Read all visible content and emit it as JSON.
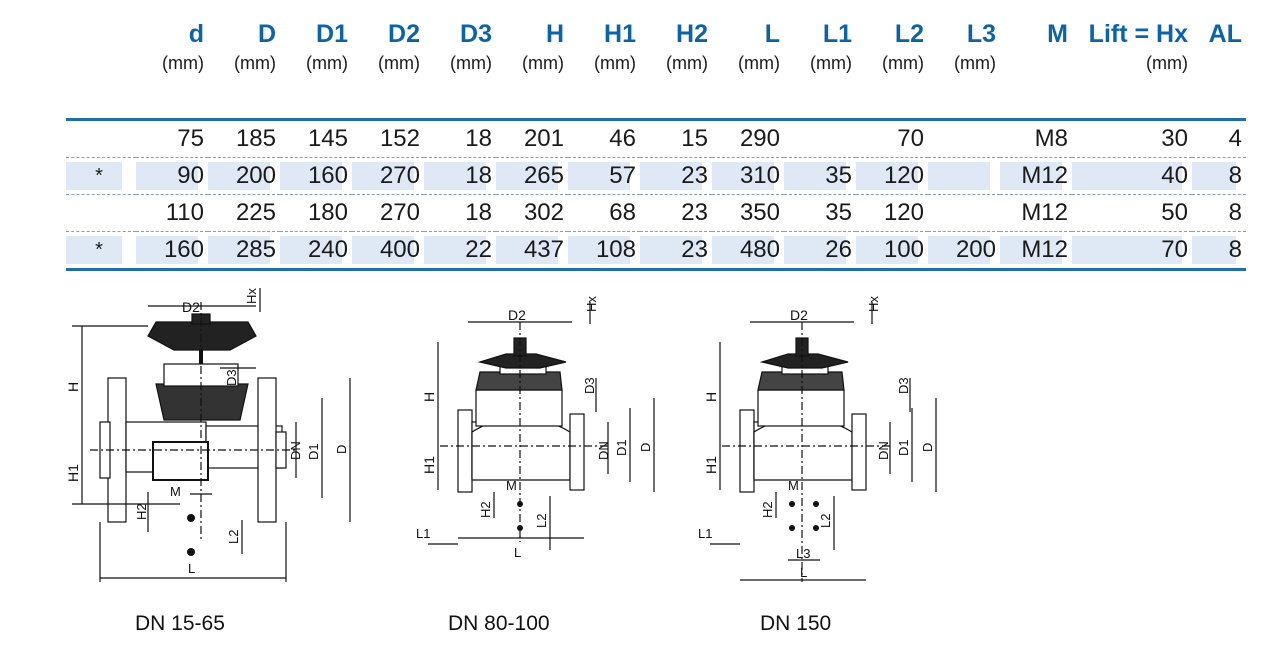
{
  "table": {
    "columns": [
      {
        "name": "d",
        "unit": "(mm)"
      },
      {
        "name": "D",
        "unit": "(mm)"
      },
      {
        "name": "D1",
        "unit": "(mm)"
      },
      {
        "name": "D2",
        "unit": "(mm)"
      },
      {
        "name": "D3",
        "unit": "(mm)"
      },
      {
        "name": "H",
        "unit": "(mm)"
      },
      {
        "name": "H1",
        "unit": "(mm)"
      },
      {
        "name": "H2",
        "unit": "(mm)"
      },
      {
        "name": "L",
        "unit": "(mm)"
      },
      {
        "name": "L1",
        "unit": "(mm)"
      },
      {
        "name": "L2",
        "unit": "(mm)"
      },
      {
        "name": "L3",
        "unit": "(mm)"
      },
      {
        "name": "M",
        "unit": ""
      },
      {
        "name": "Lift = Hx",
        "unit": "(mm)"
      },
      {
        "name": "AL",
        "unit": ""
      }
    ],
    "rows": [
      {
        "mark": "",
        "cells": [
          "75",
          "185",
          "145",
          "152",
          "18",
          "201",
          "46",
          "15",
          "290",
          "",
          "70",
          "",
          "M8",
          "30",
          "4"
        ]
      },
      {
        "mark": "*",
        "cells": [
          "90",
          "200",
          "160",
          "270",
          "18",
          "265",
          "57",
          "23",
          "310",
          "35",
          "120",
          "",
          "M12",
          "40",
          "8"
        ]
      },
      {
        "mark": "",
        "cells": [
          "110",
          "225",
          "180",
          "270",
          "18",
          "302",
          "68",
          "23",
          "350",
          "35",
          "120",
          "",
          "M12",
          "50",
          "8"
        ]
      },
      {
        "mark": "*",
        "cells": [
          "160",
          "285",
          "240",
          "400",
          "22",
          "437",
          "108",
          "23",
          "480",
          "26",
          "100",
          "200",
          "M12",
          "70",
          "8"
        ]
      }
    ]
  },
  "drawings": [
    {
      "caption": "DN 15-65",
      "labels": {
        "d2": "D2",
        "hx": "Hx",
        "h": "H",
        "h1": "H1",
        "h2": "H2",
        "d3": "D3",
        "dn": "DN",
        "d1": "D1",
        "d": "D",
        "m": "M",
        "l2": "L2",
        "l": "L"
      }
    },
    {
      "caption": "DN 80-100",
      "labels": {
        "d2": "D2",
        "hx": "Hx",
        "h": "H",
        "h1": "H1",
        "h2": "H2",
        "d3": "D3",
        "dn": "DN",
        "d1": "D1",
        "d": "D",
        "m": "M",
        "l1": "L1",
        "l2": "L2",
        "l": "L"
      }
    },
    {
      "caption": "DN 150",
      "labels": {
        "d2": "D2",
        "hx": "Hx",
        "h": "H",
        "h1": "H1",
        "h2": "H2",
        "d3": "D3",
        "dn": "DN",
        "d1": "D1",
        "d": "D",
        "m": "M",
        "l1": "L1",
        "l2": "L2",
        "l3": "L3",
        "l": "L"
      }
    }
  ],
  "colors": {
    "header_text": "#0b63a8",
    "rule": "#1f6fb0",
    "row_shade": "#dfe9f5"
  }
}
